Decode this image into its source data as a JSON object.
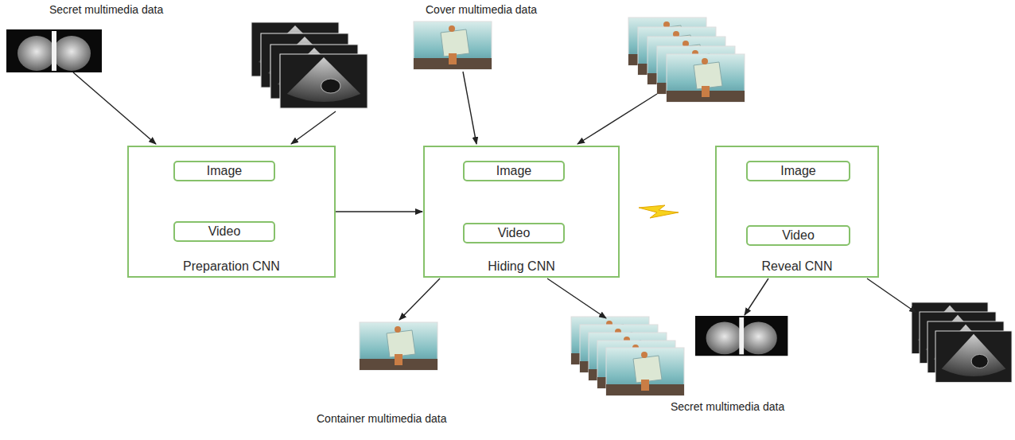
{
  "diagram": {
    "nodes": [
      {
        "text": [
          "Preparation CNN"
        ]
      },
      {
        "text": [
          "Image"
        ],
        "in": 0
      },
      {
        "text": [
          "Video"
        ],
        "in": 0
      },
      {
        "text": [
          "Hiding CNN"
        ]
      },
      {
        "text": [
          "Image"
        ],
        "in": 3
      },
      {
        "text": [
          "Video"
        ],
        "in": 3
      },
      {
        "text": [
          "Reveal CNN"
        ]
      },
      {
        "text": [
          "Image"
        ],
        "in": 6
      },
      {
        "text": [
          "Video"
        ],
        "in": 6
      }
    ],
    "edges": [
      {
        "from": 0,
        "to": 3,
        "arrow": "to"
      }
    ],
    "labels": [
      "Secret multimedia data",
      "Cover multimedia data",
      "Container multimedia data",
      "Secret multimedia data"
    ]
  }
}
